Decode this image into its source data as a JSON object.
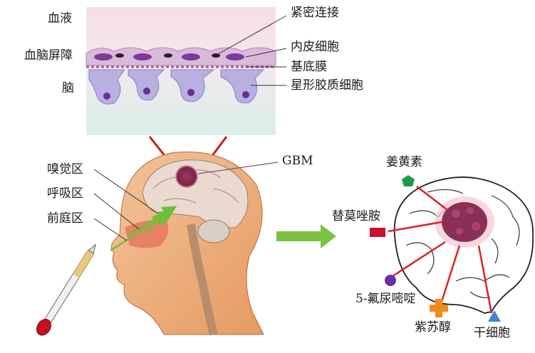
{
  "bbb_panel": {
    "left_labels": {
      "blood": "血液",
      "bbb": "血脑屏障",
      "brain": "脑"
    },
    "right_labels": {
      "tight_junction": "紧密连接",
      "endothelial": "内皮细胞",
      "basement_membrane": "基底膜",
      "astrocyte": "星形胶质细胞"
    }
  },
  "head_panel": {
    "regions": {
      "olfactory": "嗅觉区",
      "respiratory": "呼吸区",
      "vestibular": "前庭区"
    },
    "tumor": "GBM"
  },
  "brain_panel": {
    "drugs": {
      "curcumin": "姜黄素",
      "temozolomide": "替莫唑胺",
      "fluorouracil": "5-氟尿嘧啶",
      "perillyl_alcohol": "紫苏醇",
      "stem_cells": "干细胞"
    },
    "colors": {
      "curcumin": "#1f9a4a",
      "temozolomide": "#c8102e",
      "fluorouracil": "#6b2fa0",
      "perillyl_alcohol": "#f08a1c",
      "stem_cells": "#4a7fd0"
    }
  }
}
